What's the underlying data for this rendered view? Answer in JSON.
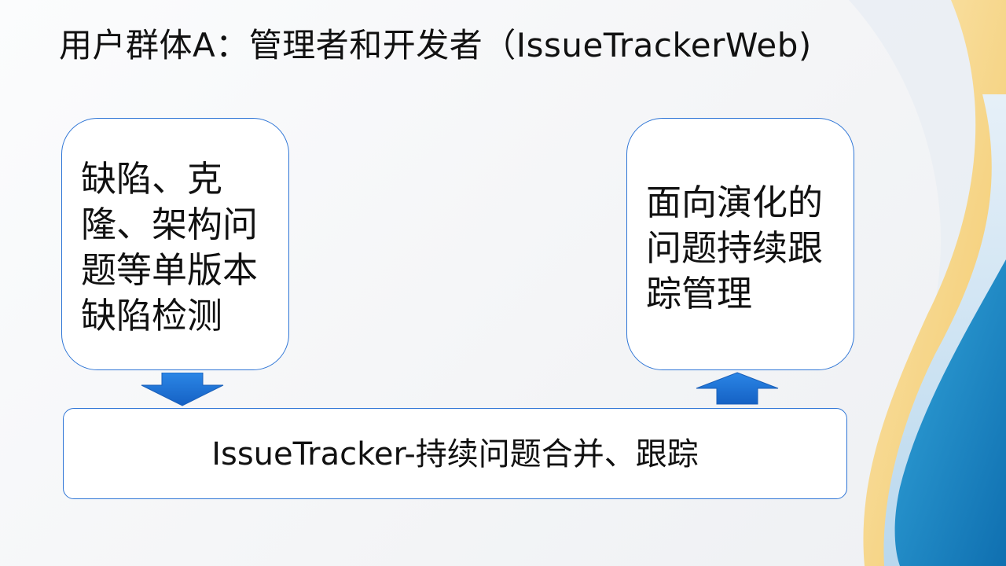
{
  "slide": {
    "title": "用户群体A：管理者和开发者（IssueTrackerWeb)"
  },
  "diagram": {
    "left_box": {
      "text": "缺陷、克隆、架构问题等单版本缺陷检测"
    },
    "right_box": {
      "text": "面向演化的问题持续跟踪管理"
    },
    "bottom_box": {
      "text": "IssueTracker-持续问题合并、跟踪"
    },
    "arrows": [
      {
        "id": "left-to-bottom",
        "direction": "down"
      },
      {
        "id": "bottom-to-right",
        "direction": "up"
      }
    ]
  },
  "colors": {
    "box_border": "#2e75d6",
    "arrow_fill": "#1f6fd8",
    "decoration_yellow": "#f4d27a",
    "decoration_blue": "#1b82c6"
  }
}
